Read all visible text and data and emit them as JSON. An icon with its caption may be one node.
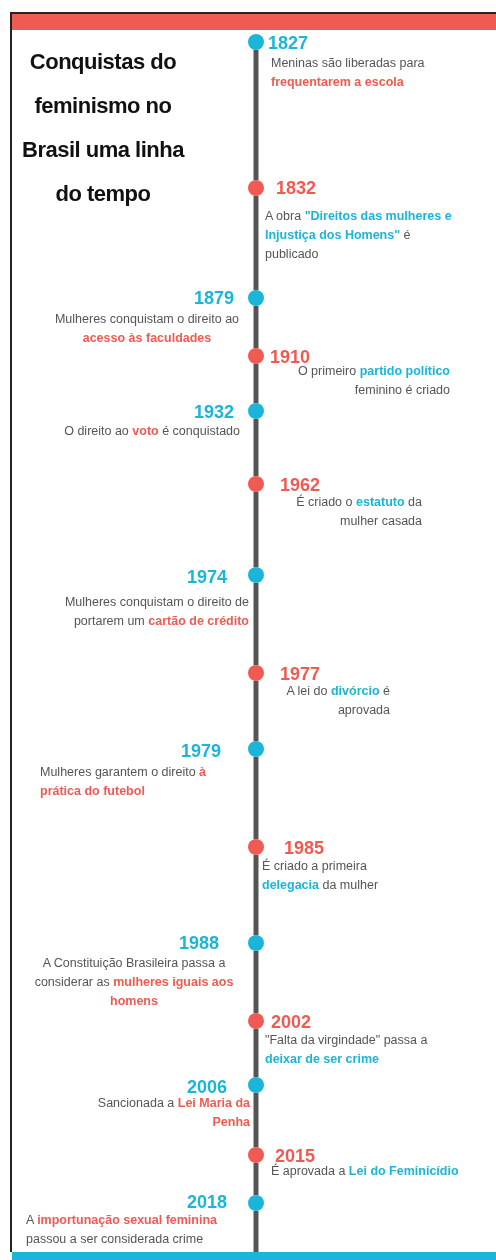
{
  "diagram": {
    "title": "Conquistas do feminismo no Brasil uma linha do tempo",
    "nodes": [
      {
        "text": [],
        "shape": "circle",
        "beside": [
          "1827",
          "Meninas são liberadas para **frequentarem a escola**"
        ]
      },
      {
        "text": [],
        "shape": "circle",
        "beside": [
          "1832",
          "A obra **\"Direitos das mulheres e Injustiça dos Homens\"** é publicado"
        ]
      },
      {
        "text": [],
        "shape": "circle",
        "beside": [
          "1879",
          "Mulheres conquistam o direito ao **acesso às faculdades**"
        ]
      },
      {
        "text": [],
        "shape": "circle",
        "beside": [
          "1910",
          "O primeiro **partido político** feminino é criado"
        ]
      },
      {
        "text": [],
        "shape": "circle",
        "beside": [
          "1932",
          "O direito ao **voto** é conquistado"
        ]
      },
      {
        "text": [],
        "shape": "circle",
        "beside": [
          "1962",
          "É criado o **estatuto** da mulher casada"
        ]
      },
      {
        "text": [],
        "shape": "circle",
        "beside": [
          "1974",
          "Mulheres conquistam o direito de portarem um **cartão de crédito**"
        ]
      },
      {
        "text": [],
        "shape": "circle",
        "beside": [
          "1977",
          "A lei do **divórcio** é aprovada"
        ]
      },
      {
        "text": [],
        "shape": "circle",
        "beside": [
          "1979",
          "Mulheres garantem o direito **à prática do futebol**"
        ]
      },
      {
        "text": [],
        "shape": "circle",
        "beside": [
          "1985",
          "É criado a primeira **delegacia** da mulher"
        ]
      },
      {
        "text": [],
        "shape": "circle",
        "beside": [
          "1988",
          "A Constituição Brasileira passa a considerar as **mulheres iguais aos homens**"
        ]
      },
      {
        "text": [],
        "shape": "circle",
        "beside": [
          "2002",
          "\"Falta da virgindade\" passa a **deixar de ser crime**"
        ]
      },
      {
        "text": [],
        "shape": "circle",
        "beside": [
          "2006",
          "Sancionada a **Lei Maria da Penha**"
        ]
      },
      {
        "text": [],
        "shape": "circle",
        "beside": [
          "2015",
          "É aprovada a **Lei do Feminicídio**"
        ]
      },
      {
        "text": [],
        "shape": "circle",
        "beside": [
          "2018",
          "A **importunação sexual feminina** passou a ser considerada crime"
        ]
      }
    ],
    "edges": [
      {
        "from": 0,
        "to": 1,
        "arrow": "none"
      },
      {
        "from": 1,
        "to": 2,
        "arrow": "none"
      },
      {
        "from": 2,
        "to": 3,
        "arrow": "none"
      },
      {
        "from": 3,
        "to": 4,
        "arrow": "none"
      },
      {
        "from": 4,
        "to": 5,
        "arrow": "none"
      },
      {
        "from": 5,
        "to": 6,
        "arrow": "none"
      },
      {
        "from": 6,
        "to": 7,
        "arrow": "none"
      },
      {
        "from": 7,
        "to": 8,
        "arrow": "none"
      },
      {
        "from": 8,
        "to": 9,
        "arrow": "none"
      },
      {
        "from": 9,
        "to": 10,
        "arrow": "none"
      },
      {
        "from": 10,
        "to": 11,
        "arrow": "none"
      },
      {
        "from": 11,
        "to": 12,
        "arrow": "none"
      },
      {
        "from": 12,
        "to": 13,
        "arrow": "none"
      },
      {
        "from": 13,
        "to": 14,
        "arrow": "none"
      }
    ]
  }
}
